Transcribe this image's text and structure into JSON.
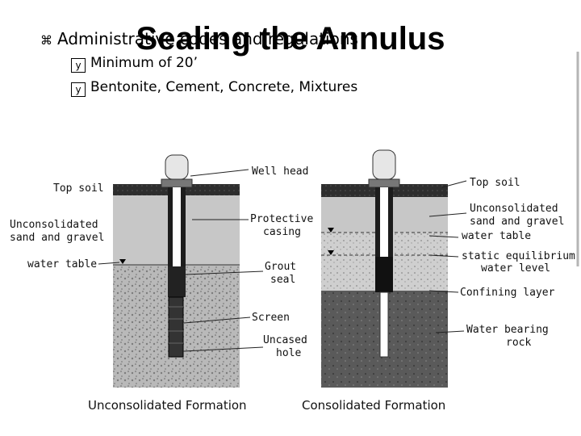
{
  "slide": {
    "title": "Sealing the Annulus",
    "bullet_main": "Administrative codes and regulations",
    "bullet_main_marker": "⌘",
    "sub_marker": "y",
    "sub_bullets": [
      "Minimum of 20’",
      "Bentonite, Cement, Concrete, Mixtures"
    ]
  },
  "diagram": {
    "left": {
      "caption": "Unconsolidated Formation",
      "labels": {
        "top_soil": "Top soil",
        "unconsolidated_1": "Unconsolidated",
        "unconsolidated_2": "sand and gravel",
        "water_table": "water table"
      }
    },
    "middle_labels": {
      "well_head": "Well head",
      "protective_1": "Protective",
      "protective_2": "casing",
      "grout_1": "Grout",
      "grout_2": "seal",
      "screen": "Screen",
      "uncased_1": "Uncased",
      "uncased_2": "hole"
    },
    "right": {
      "caption": "Consolidated Formation",
      "labels": {
        "top_soil": "Top soil",
        "unconsolidated_1": "Unconsolidated",
        "unconsolidated_2": "sand and gravel",
        "water_table": "water table",
        "static_1": "static equilibrium",
        "static_2": "water level",
        "confining": "Confining layer",
        "water_bearing_1": "Water bearing",
        "water_bearing_2": "rock"
      }
    }
  },
  "colors": {
    "top_soil": "#2b2b2b",
    "sand": "#c9c9c9",
    "gravel": "#aeaeae",
    "rock": "#5e5e5e",
    "grout": "#222222"
  }
}
